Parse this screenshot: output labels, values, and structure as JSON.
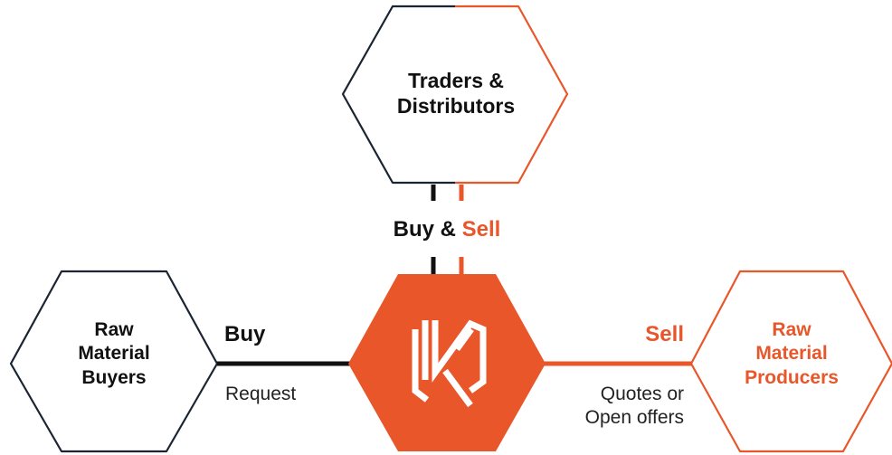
{
  "nodes": {
    "traders": {
      "line1": "Traders &",
      "line2": "Distributors"
    },
    "buyers": {
      "line1": "Raw",
      "line2": "Material",
      "line3": "Buyers"
    },
    "producers": {
      "line1": "Raw",
      "line2": "Material",
      "line3": "Producers"
    }
  },
  "center_logo": {
    "icon": "kite-logo-icon"
  },
  "edges": {
    "traders": {
      "buy_text": "Buy &",
      "sell_text": "Sell"
    },
    "buyers": {
      "label": "Buy",
      "sublabel": "Request"
    },
    "producers": {
      "label": "Sell",
      "sublabel_line1": "Quotes or",
      "sublabel_line2": "Open offers"
    }
  },
  "colors": {
    "accent": "#e8562a",
    "dark": "#1b2433",
    "text": "#111111",
    "logo_mark": "#ffffff"
  }
}
